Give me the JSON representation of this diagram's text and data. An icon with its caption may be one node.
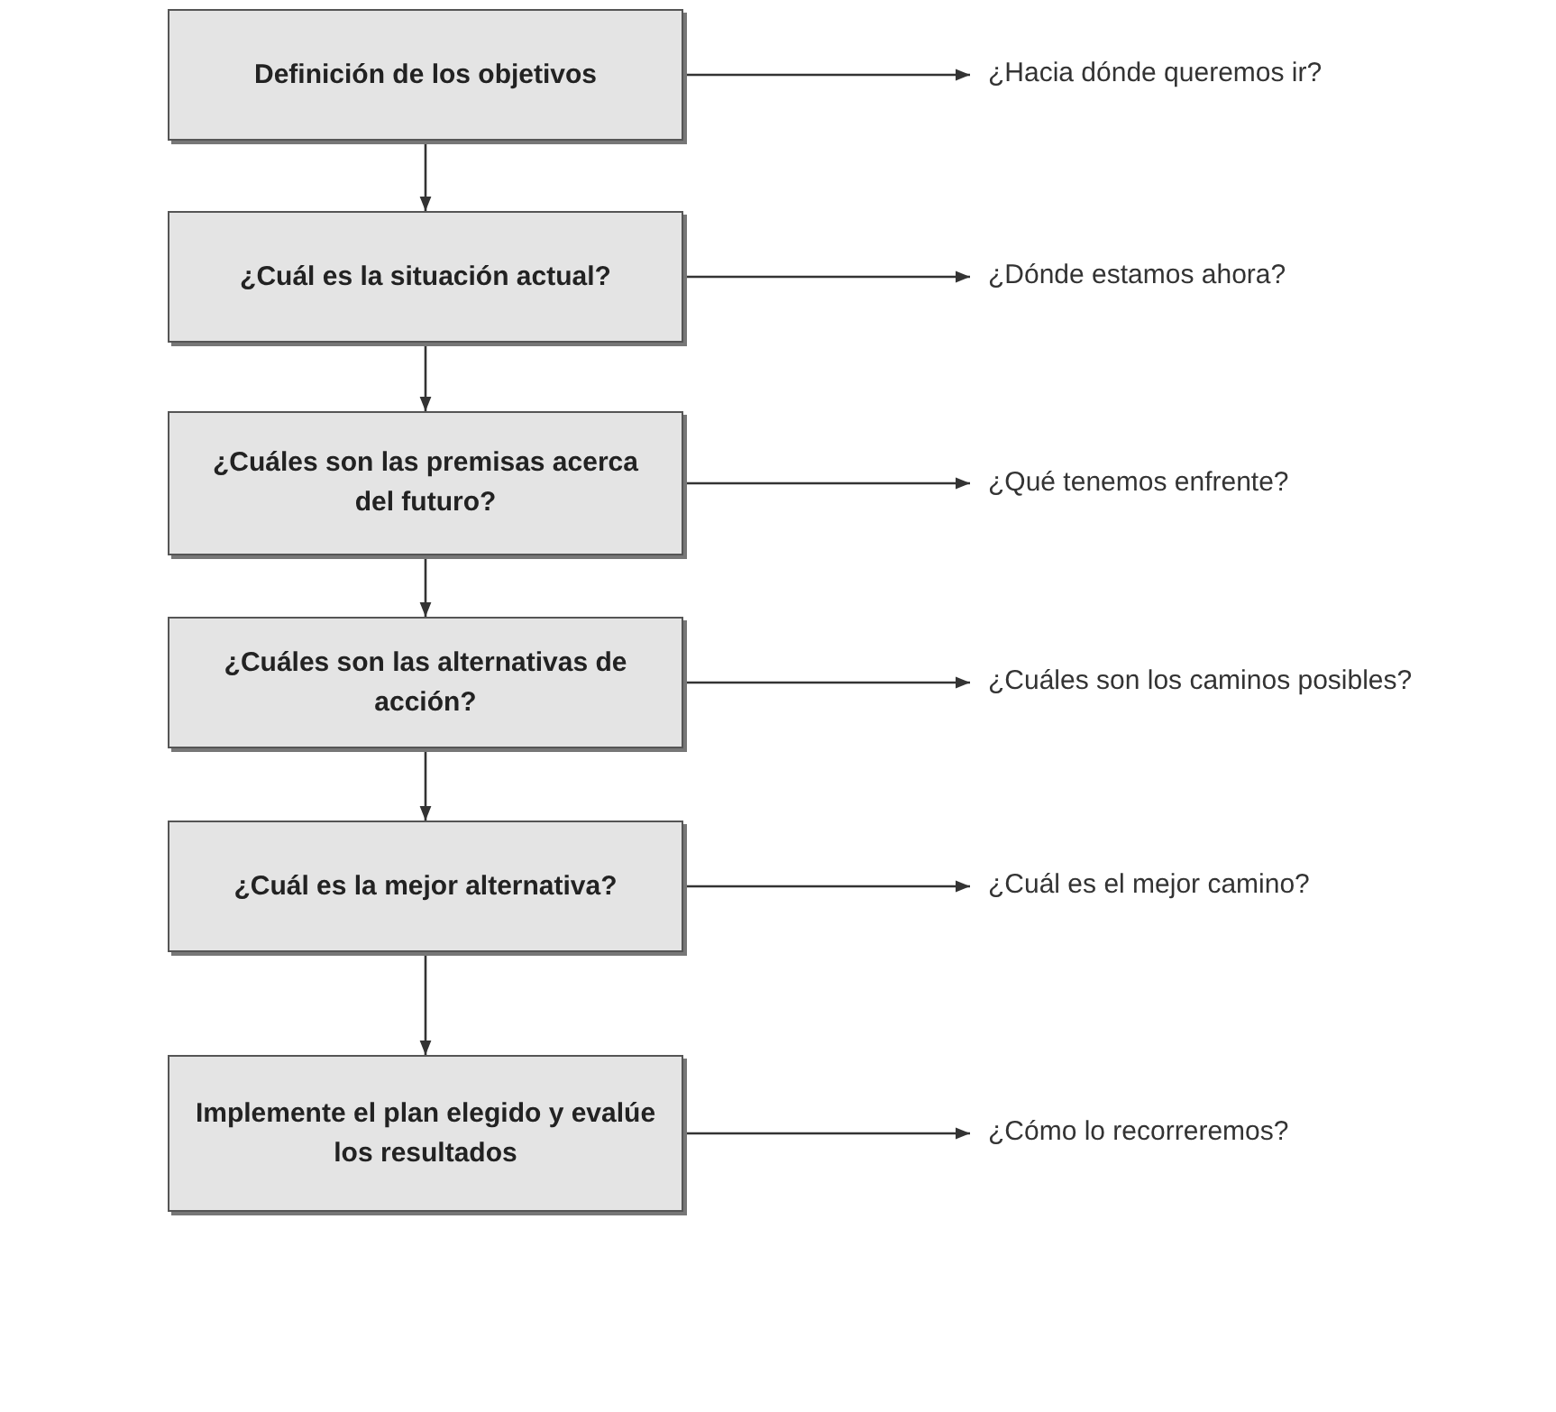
{
  "diagram": {
    "nodes": [
      {
        "text": [
          "Definición de los objetivos"
        ]
      },
      {
        "text": [
          "¿Hacia dónde queremos ir?"
        ]
      },
      {
        "text": [
          "¿Cuál es la situación actual?"
        ]
      },
      {
        "text": [
          "¿Dónde estamos ahora?"
        ]
      },
      {
        "text": [
          "¿Cuáles son las premisas acerca del futuro?"
        ]
      },
      {
        "text": [
          "¿Qué tenemos enfrente?"
        ]
      },
      {
        "text": [
          "¿Cuáles son las alternativas de acción?"
        ]
      },
      {
        "text": [
          "¿Cuáles son los caminos posibles?"
        ]
      },
      {
        "text": [
          "¿Cuál es la mejor alternativa?"
        ]
      },
      {
        "text": [
          "¿Cuál es el mejor camino?"
        ]
      },
      {
        "text": [
          "Implemente el plan elegido y evalúe los resultados"
        ]
      },
      {
        "text": [
          "¿Cómo lo recorreremos?"
        ]
      }
    ],
    "edges": [
      {
        "from": 0,
        "to": 1,
        "arrow": "to"
      },
      {
        "from": 0,
        "to": 2,
        "arrow": "to"
      },
      {
        "from": 2,
        "to": 3,
        "arrow": "to"
      },
      {
        "from": 2,
        "to": 4,
        "arrow": "to"
      },
      {
        "from": 4,
        "to": 5,
        "arrow": "to"
      },
      {
        "from": 4,
        "to": 6,
        "arrow": "to"
      },
      {
        "from": 6,
        "to": 7,
        "arrow": "to"
      },
      {
        "from": 6,
        "to": 8,
        "arrow": "to"
      },
      {
        "from": 8,
        "to": 9,
        "arrow": "to"
      },
      {
        "from": 8,
        "to": 10,
        "arrow": "to"
      },
      {
        "from": 10,
        "to": 11,
        "arrow": "to"
      }
    ]
  }
}
